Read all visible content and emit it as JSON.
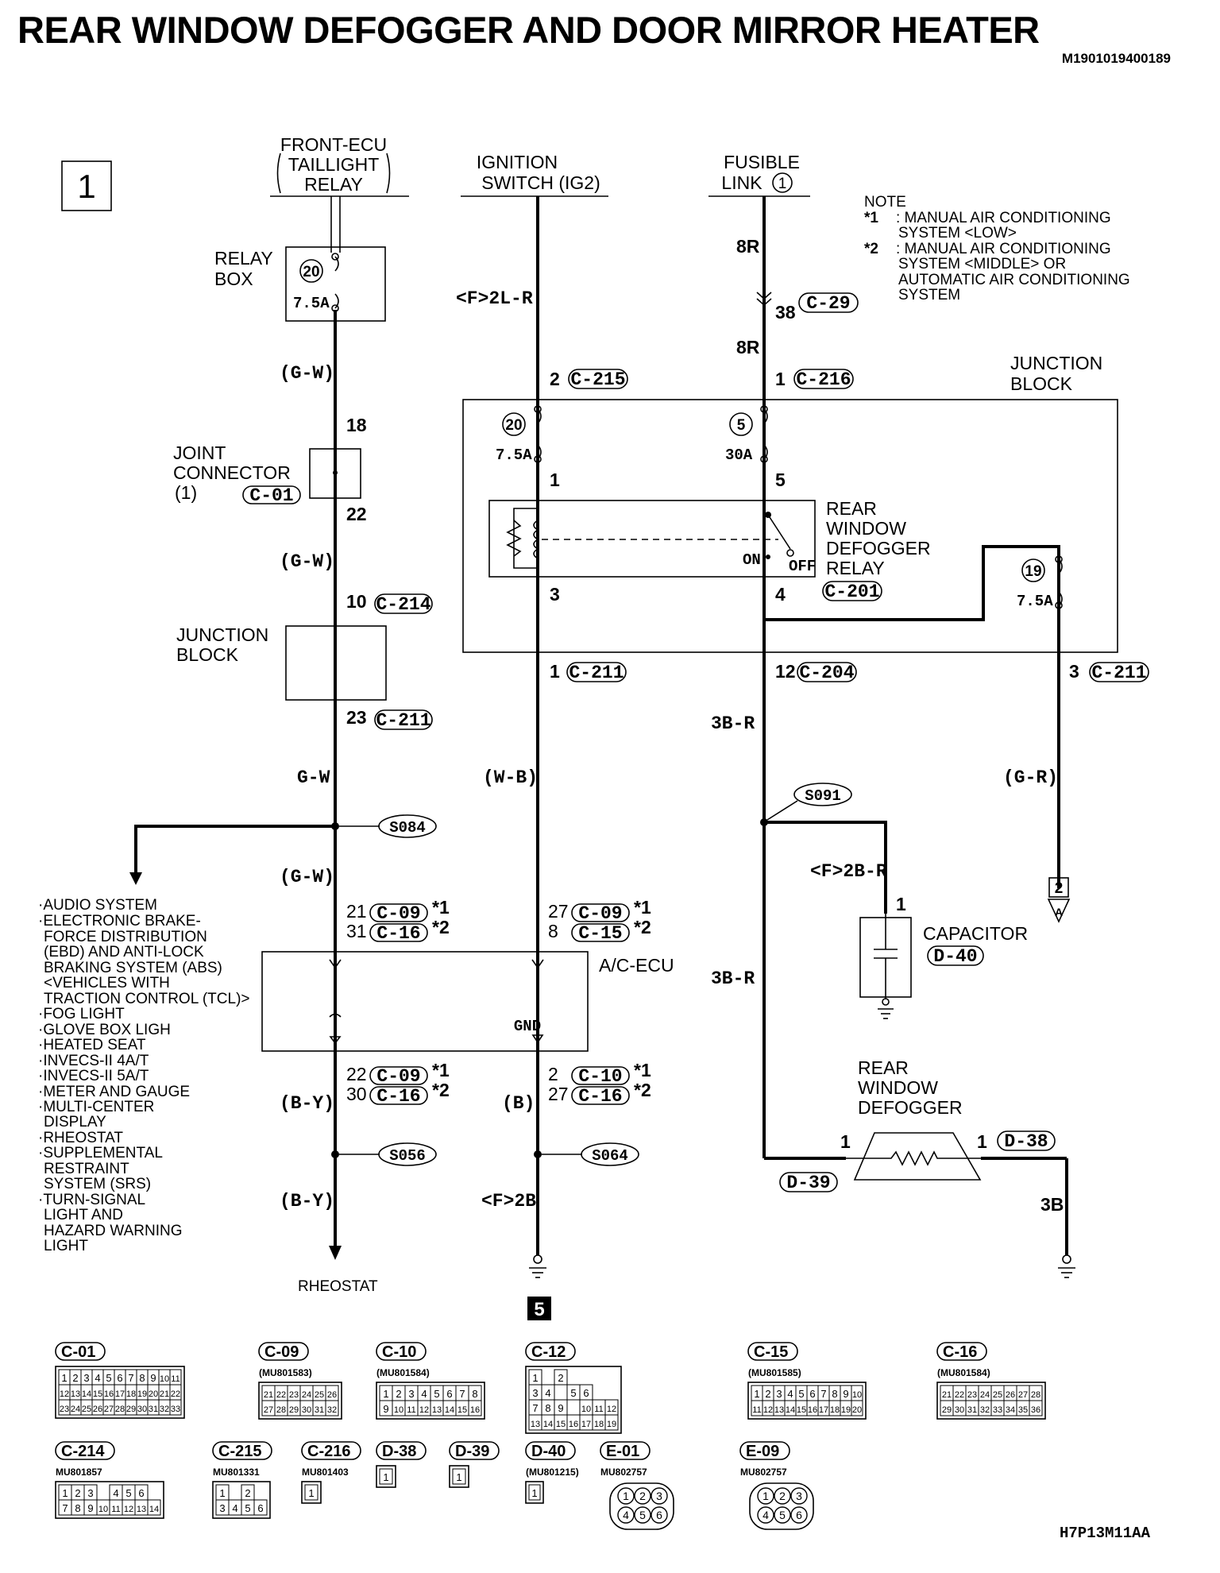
{
  "title": "REAR WINDOW DEFOGGER AND DOOR MIRROR HEATER",
  "doc_id": "M1901019400189",
  "figure_code": "H7P13M11AA",
  "page_badge": "1",
  "ground_badge": "5",
  "arrow_badge": "2",
  "arrow_badge_letter": "A",
  "note": {
    "heading": "NOTE",
    "items": [
      {
        "mark": "*1",
        "lines": [
          ": MANUAL AIR CONDITIONING",
          "SYSTEM <LOW>"
        ]
      },
      {
        "mark": "*2",
        "lines": [
          ": MANUAL AIR CONDITIONING",
          "SYSTEM <MIDDLE> OR",
          "AUTOMATIC AIR CONDITIONING",
          "SYSTEM"
        ]
      }
    ]
  },
  "sources": {
    "front_ecu": [
      "FRONT-ECU",
      "TAILLIGHT",
      "RELAY"
    ],
    "ignition": [
      "IGNITION",
      "SWITCH (IG2)"
    ],
    "fusible": [
      "FUSIBLE",
      "LINK",
      "1"
    ]
  },
  "components": {
    "relay_box": [
      "RELAY",
      "BOX"
    ],
    "joint_connector": [
      "JOINT",
      "CONNECTOR",
      "(1)"
    ],
    "junction_block_left": [
      "JUNCTION",
      "BLOCK"
    ],
    "junction_block_right": [
      "JUNCTION",
      "BLOCK"
    ],
    "defogger_relay": [
      "REAR",
      "WINDOW",
      "DEFOGGER",
      "RELAY"
    ],
    "ac_ecu": "A/C-ECU",
    "gnd": "GND",
    "capacitor": "CAPACITOR",
    "rear_defogger": [
      "REAR",
      "WINDOW",
      "DEFOGGER"
    ],
    "rheostat": "RHEOSTAT",
    "on": "ON",
    "off": "OFF"
  },
  "fuses": [
    {
      "num": "20",
      "rating": "7.5A"
    },
    {
      "num": "20",
      "rating": "7.5A"
    },
    {
      "num": "5",
      "rating": "30A"
    },
    {
      "num": "19",
      "rating": "7.5A"
    }
  ],
  "connectors": {
    "c29": "C-29",
    "c215": "C-215",
    "c216": "C-216",
    "c01": "C-01",
    "c214": "C-214",
    "c211a": "C-211",
    "c211b": "C-211",
    "c211c": "C-211",
    "c204": "C-204",
    "c201": "C-201",
    "c09a": "C-09",
    "c16a": "C-16",
    "c09b": "C-09",
    "c15": "C-15",
    "c09c": "C-09",
    "c16b": "C-16",
    "c10": "C-10",
    "c16c": "C-16",
    "d40": "D-40",
    "d38": "D-38",
    "d39": "D-39"
  },
  "splices": {
    "s084": "S084",
    "s091": "S091",
    "s056": "S056",
    "s064": "S064"
  },
  "wires": {
    "gw1": "(G-W)",
    "gw2": "(G-W)",
    "gw3": "G-W",
    "gw4": "(G-W)",
    "f2lr": "<F>2L-R",
    "wb": "(W-B)",
    "r8a": "8R",
    "r8b": "8R",
    "b3r1": "3B-R",
    "b3r2": "3B-R",
    "gr": "(G-R)",
    "f2br": "<F>2B-R",
    "by1": "(B-Y)",
    "by2": "(B-Y)",
    "b": "(B)",
    "f2b": "<F>2B",
    "b3": "3B"
  },
  "pins": {
    "p38": "38",
    "p2": "2",
    "p1": "1",
    "p18": "18",
    "p22": "22",
    "p10": "10",
    "p23": "23",
    "pr1": "1",
    "pr5": "5",
    "pr3": "3",
    "pr4": "4",
    "pj1": "1",
    "pj12": "12",
    "pj3": "3",
    "p21": "21",
    "p31": "31",
    "p27": "27",
    "p8": "8",
    "p22b": "22",
    "p30": "30",
    "p2b": "2",
    "p27b": "27",
    "pcap": "1",
    "pd39": "1",
    "pd38": "1"
  },
  "stars": {
    "s1": "*1",
    "s2": "*2",
    "s3": "*1",
    "s4": "*2",
    "s5": "*1",
    "s6": "*2",
    "s7": "*1",
    "s8": "*2"
  },
  "systems_list": [
    "·AUDIO SYSTEM",
    "·ELECTRONIC BRAKE-",
    "FORCE DISTRIBUTION",
    "(EBD) AND ANTI-LOCK",
    "BRAKING SYSTEM (ABS)",
    "<VEHICLES WITH",
    "TRACTION CONTROL (TCL)>",
    "·FOG LIGHT",
    "·GLOVE BOX LIGH",
    "·HEATED SEAT",
    "·INVECS-II 4A/T",
    "·INVECS-II 5A/T",
    "·METER AND GAUGE",
    "·MULTI-CENTER",
    "DISPLAY",
    "·RHEOSTAT",
    "·SUPPLEMENTAL",
    "RESTRAINT",
    "SYSTEM (SRS)",
    "·TURN-SIGNAL",
    "LIGHT AND",
    "HAZARD WARNING",
    "LIGHT"
  ],
  "connector_legend": [
    {
      "id": "C-01",
      "part": "",
      "rows": [
        [
          "1",
          "2",
          "3",
          "4",
          "5",
          "6",
          "7",
          "8",
          "9",
          "10",
          "11"
        ],
        [
          "12",
          "13",
          "14",
          "15",
          "16",
          "17",
          "18",
          "19",
          "20",
          "21",
          "22"
        ],
        [
          "23",
          "24",
          "25",
          "26",
          "27",
          "28",
          "29",
          "30",
          "31",
          "32",
          "33"
        ]
      ]
    },
    {
      "id": "C-09",
      "part": "(MU801583)",
      "rows": [
        [
          "21",
          "22",
          "23",
          "24",
          "25",
          "26"
        ],
        [
          "27",
          "28",
          "29",
          "30",
          "31",
          "32"
        ]
      ]
    },
    {
      "id": "C-10",
      "part": "(MU801584)",
      "rows": [
        [
          "1",
          "2",
          "3",
          "4",
          "5",
          "6",
          "7",
          "8"
        ],
        [
          "9",
          "10",
          "11",
          "12",
          "13",
          "14",
          "15",
          "16"
        ]
      ]
    },
    {
      "id": "C-12",
      "part": "",
      "rows": [
        [
          "1",
          "",
          "2"
        ],
        [
          "3",
          "4",
          "",
          "5",
          "6"
        ],
        [
          "7",
          "8",
          "9",
          "",
          "10",
          "11",
          "12"
        ],
        [
          "13",
          "14",
          "15",
          "16",
          "17",
          "18",
          "19"
        ]
      ]
    },
    {
      "id": "C-15",
      "part": "(MU801585)",
      "rows": [
        [
          "1",
          "2",
          "3",
          "4",
          "5",
          "6",
          "7",
          "8",
          "9",
          "10"
        ],
        [
          "11",
          "12",
          "13",
          "14",
          "15",
          "16",
          "17",
          "18",
          "19",
          "20"
        ]
      ]
    },
    {
      "id": "C-16",
      "part": "(MU801584)",
      "rows": [
        [
          "21",
          "22",
          "23",
          "24",
          "25",
          "26",
          "27",
          "28"
        ],
        [
          "29",
          "30",
          "31",
          "32",
          "33",
          "34",
          "35",
          "36"
        ]
      ]
    },
    {
      "id": "C-214",
      "part": "MU801857",
      "rows": [
        [
          "1",
          "2",
          "3",
          "",
          "4",
          "5",
          "6"
        ],
        [
          "7",
          "8",
          "9",
          "10",
          "11",
          "12",
          "13",
          "14"
        ]
      ]
    },
    {
      "id": "C-215",
      "part": "MU801331",
      "rows": [
        [
          "1",
          "",
          "2"
        ],
        [
          "3",
          "4",
          "5",
          "6"
        ]
      ]
    },
    {
      "id": "C-216",
      "part": "MU801403",
      "rows": [
        [
          "1"
        ]
      ]
    },
    {
      "id": "D-38",
      "part": "",
      "rows": [
        [
          "1"
        ]
      ]
    },
    {
      "id": "D-39",
      "part": "",
      "rows": [
        [
          "1"
        ]
      ]
    },
    {
      "id": "D-40",
      "part": "(MU801215)",
      "rows": [
        [
          "1"
        ]
      ]
    },
    {
      "id": "E-01",
      "part": "MU802757",
      "rows": [
        [
          "1",
          "2",
          "3"
        ],
        [
          "4",
          "5",
          "6"
        ]
      ]
    },
    {
      "id": "E-09",
      "part": "MU802757",
      "rows": [
        [
          "1",
          "2",
          "3"
        ],
        [
          "4",
          "5",
          "6"
        ]
      ]
    }
  ]
}
